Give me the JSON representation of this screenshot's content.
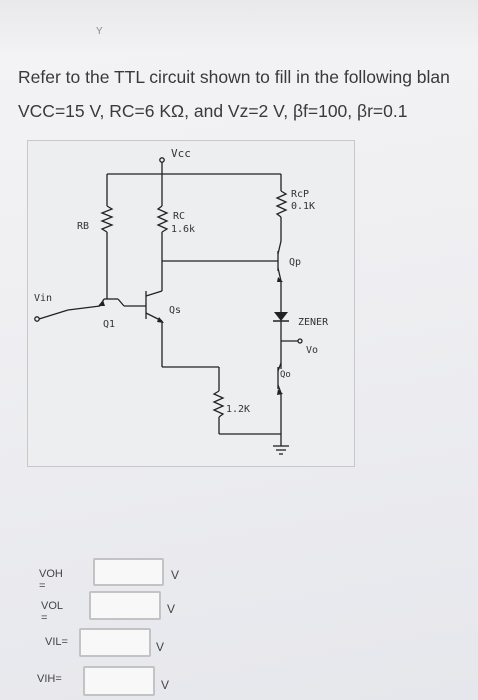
{
  "question": {
    "line1": "Refer to the TTL circuit shown to fill in the following blan",
    "line2": "VCC=15 V, RC=6 KΩ, and Vz=2 V, βf=100, βr=0.1"
  },
  "stray_mark": "Y",
  "circuit": {
    "vcc_label": "Vcc",
    "rb_label": "RB",
    "rc_label": "RC",
    "rc_value": "1.6k",
    "rcp_label": "RcP",
    "rcp_value": "0.1K",
    "qp_label": "Qp",
    "vin_label": "Vin",
    "q1_label": "Q1",
    "qs_label": "Qs",
    "zener_label": "ZENER",
    "vo_label": "Vo",
    "qo_label": "Qo",
    "r_bottom_value": "1.2K"
  },
  "answers": [
    {
      "label": "VOH =",
      "value": "",
      "unit": "V"
    },
    {
      "label": "VOL =",
      "value": "",
      "unit": "V"
    },
    {
      "label": "VIL=",
      "value": "",
      "unit": "V"
    },
    {
      "label": "VIH=",
      "value": "",
      "unit": "V"
    }
  ]
}
